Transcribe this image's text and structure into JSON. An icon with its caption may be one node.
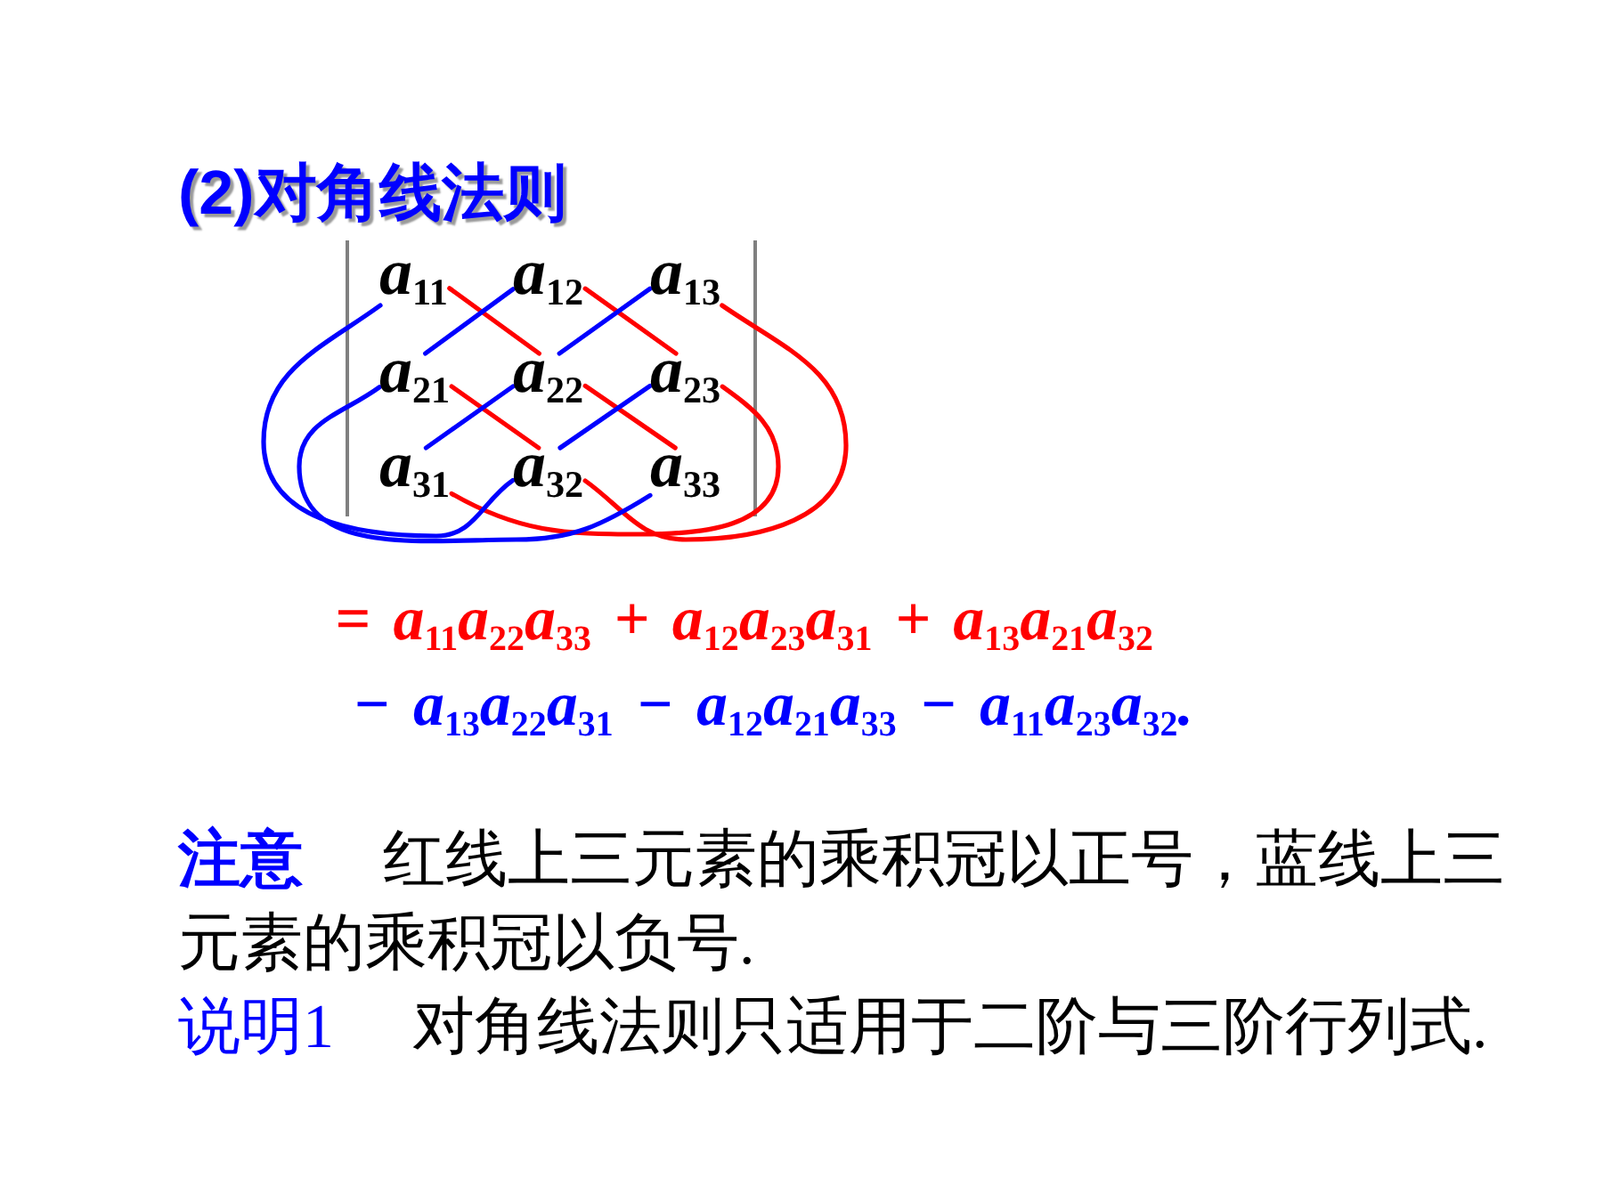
{
  "diagram": {
    "title": "(2)对角线法则",
    "nodes": [
      {
        "text": [
          "a$_{11}$"
        ]
      },
      {
        "text": [
          "a$_{12}$"
        ]
      },
      {
        "text": [
          "a$_{13}$"
        ]
      },
      {
        "text": [
          "a$_{21}$"
        ]
      },
      {
        "text": [
          "a$_{22}$"
        ]
      },
      {
        "text": [
          "a$_{23}$"
        ]
      },
      {
        "text": [
          "a$_{31}$"
        ]
      },
      {
        "text": [
          "a$_{32}$"
        ]
      },
      {
        "text": [
          "a$_{33}$"
        ]
      }
    ],
    "edges": [
      {
        "from": 0,
        "to": 4,
        "arrow": "none",
        "color": "#ff0000"
      },
      {
        "from": 4,
        "to": 8,
        "arrow": "none",
        "color": "#ff0000"
      },
      {
        "from": 1,
        "to": 5,
        "arrow": "none",
        "color": "#ff0000"
      },
      {
        "from": 5,
        "to": 6,
        "arrow": "none",
        "color": "#ff0000"
      },
      {
        "from": 2,
        "to": 7,
        "arrow": "none",
        "color": "#ff0000"
      },
      {
        "from": 7,
        "to": 3,
        "arrow": "none",
        "color": "#ff0000"
      },
      {
        "from": 2,
        "to": 4,
        "arrow": "none",
        "color": "#0000ff"
      },
      {
        "from": 4,
        "to": 6,
        "arrow": "none",
        "color": "#0000ff"
      },
      {
        "from": 1,
        "to": 3,
        "arrow": "none",
        "color": "#0000ff"
      },
      {
        "from": 3,
        "to": 8,
        "arrow": "none",
        "color": "#0000ff"
      },
      {
        "from": 0,
        "to": 7,
        "arrow": "none",
        "color": "#0000ff"
      },
      {
        "from": 7,
        "to": 5,
        "arrow": "none",
        "color": "#0000ff"
      }
    ],
    "labels": [
      "= a$_{11}$a$_{22}$a$_{33}$ + a$_{12}$a$_{23}$a$_{31}$ + a$_{13}$a$_{21}$a$_{32}$",
      "− a$_{13}$a$_{22}$a$_{31}$ − a$_{12}$a$_{21}$a$_{33}$ − a$_{11}$a$_{23}$a$_{32}$.",
      "**注意** 红线上三元素的乘积冠以正号，蓝线上三元素的乘积冠以负号.",
      "说明1",
      "对角线法则只适用于二阶与三阶行列式."
    ]
  }
}
